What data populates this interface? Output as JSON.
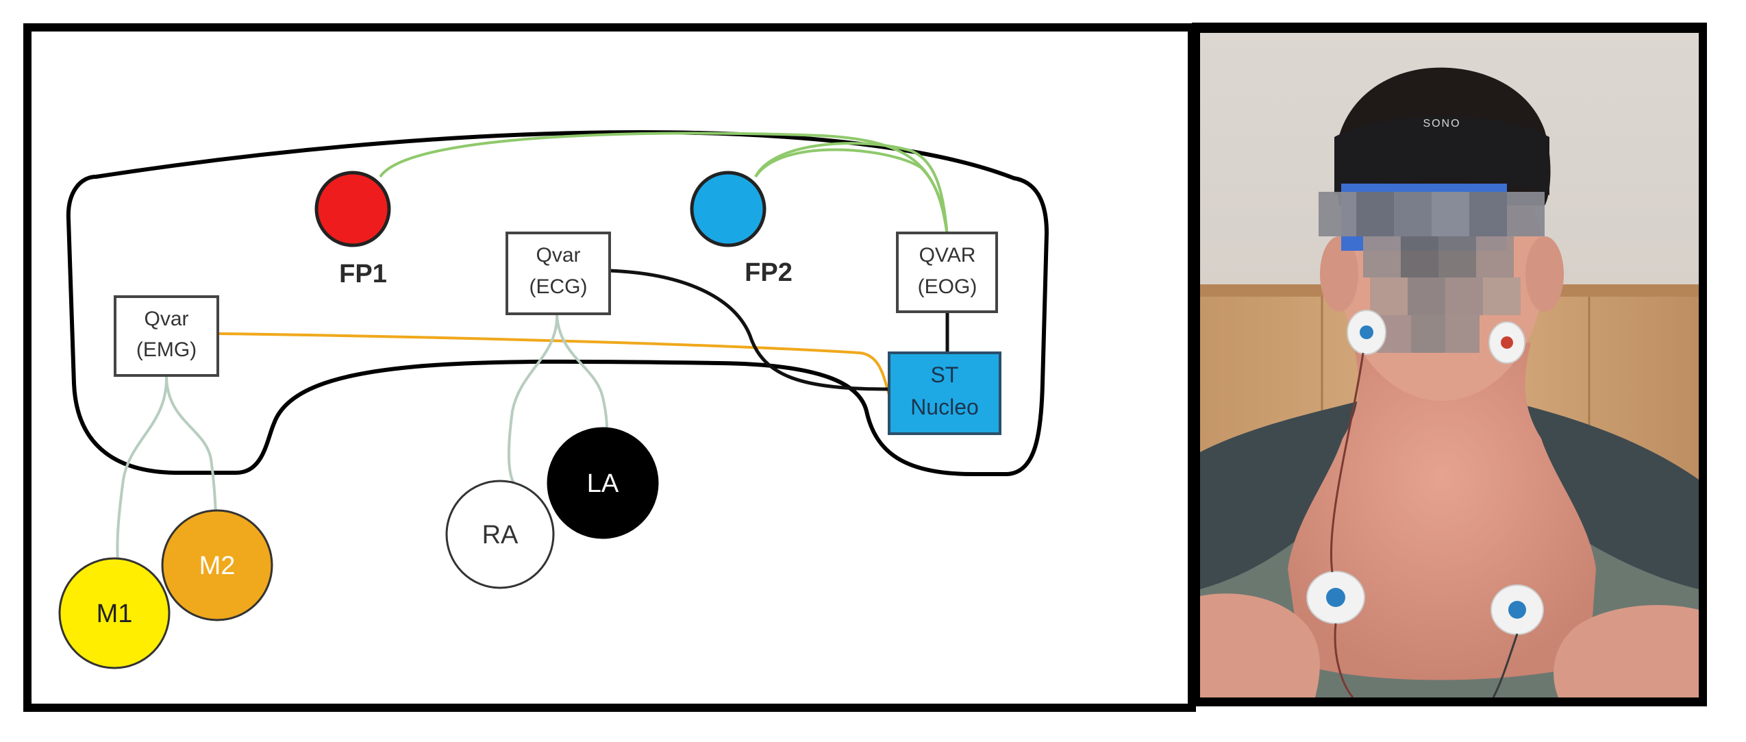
{
  "diagram": {
    "electrodes": {
      "fp1": {
        "label": "FP1",
        "color": "#ee1c1c"
      },
      "fp2": {
        "label": "FP2",
        "color": "#1aa7e6"
      },
      "m1": {
        "label": "M1",
        "color": "#ffee00"
      },
      "m2": {
        "label": "M2",
        "color": "#f0a81c"
      },
      "ra": {
        "label": "RA",
        "color": "#ffffff"
      },
      "la": {
        "label": "LA",
        "color": "#000000"
      }
    },
    "modules": {
      "qvar_emg": {
        "line1": "Qvar",
        "line2": "(EMG)"
      },
      "qvar_ecg": {
        "line1": "Qvar",
        "line2": "(ECG)"
      },
      "qvar_eog": {
        "line1": "QVAR",
        "line2": "(EOG)"
      },
      "st_nucleo": {
        "line1": "ST",
        "line2": "Nucleo",
        "color": "#1ea9e4"
      }
    },
    "wire_colors": {
      "eog": "#8fc96b",
      "emg": "#f0a81c",
      "ecg_sig": "#111111",
      "electrode_leads": "#b7cdbf"
    }
  },
  "photo": {
    "headband_text": "SONO",
    "privacy_bar_color": "#3d6fd1"
  }
}
